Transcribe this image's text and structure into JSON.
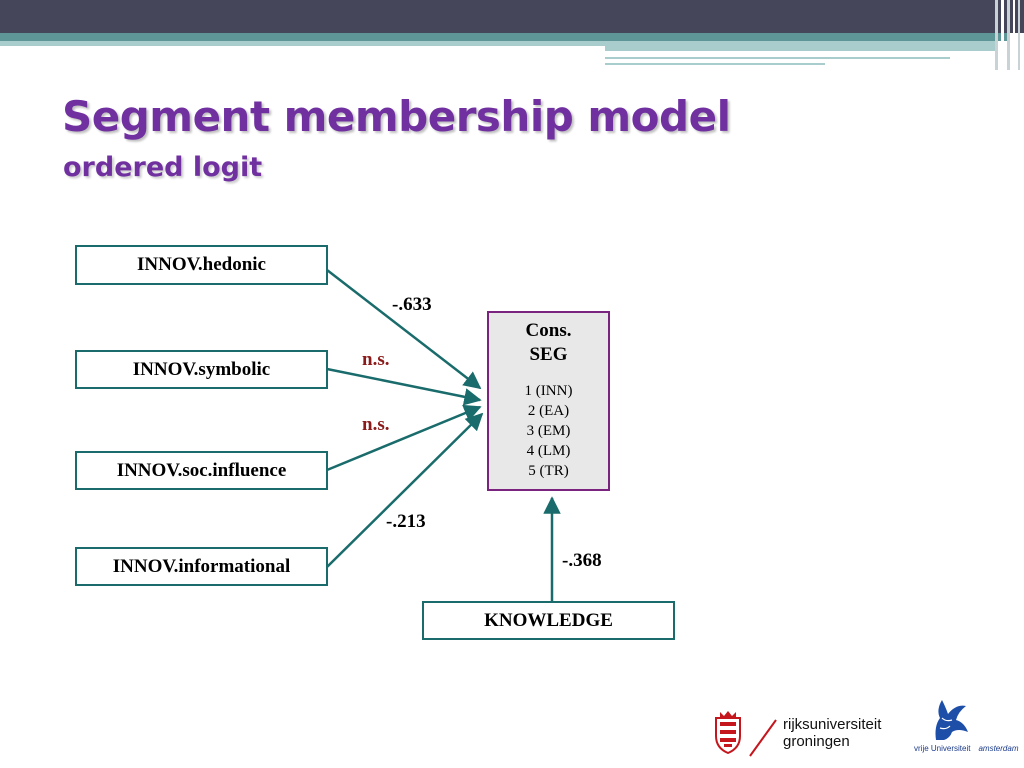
{
  "slide": {
    "title": "Segment membership model",
    "subtitle": "ordered logit"
  },
  "diagram": {
    "predictors": [
      {
        "label": "INNOV.hedonic"
      },
      {
        "label": "INNOV.symbolic"
      },
      {
        "label": "INNOV.soc.influence"
      },
      {
        "label": "INNOV.informational"
      }
    ],
    "moderator": {
      "label": "KNOWLEDGE"
    },
    "outcome": {
      "title_line1": "Cons.",
      "title_line2": "SEG",
      "levels": [
        "1 (INN)",
        "2 (EA)",
        "3 (EM)",
        "4 (LM)",
        "5 (TR)"
      ]
    },
    "coefficients": {
      "hedonic": "-.633",
      "symbolic": "n.s.",
      "soc_influence": "n.s.",
      "informational": "-.213",
      "knowledge": "-.368"
    },
    "colors": {
      "arrow": "#1a6b6b",
      "box_border": "#1a6b6b",
      "outcome_border": "#7a2480",
      "ns_text": "#8b1a1a",
      "title": "#7030a0"
    }
  },
  "footer": {
    "rug_line1": "rijksuniversiteit",
    "rug_line2": "groningen",
    "vu_name": "vrije Universiteit",
    "vu_city": "amsterdam"
  }
}
